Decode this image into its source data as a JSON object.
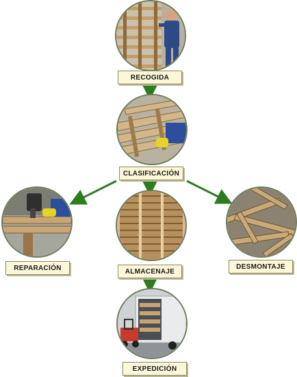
{
  "steps": {
    "recogida": "RECOGIDA",
    "clasificacion": "CLASIFICACIÓN",
    "reparacion": "REPARACIÓN",
    "almacenaje": "ALMACENAJE",
    "desmontaje": "DESMONTAJE",
    "expedicion": "EXPEDICIÓN"
  },
  "colors": {
    "arrow": "#2d7d1e",
    "label_bg": "#fbf7d8",
    "wood": "#c8a878"
  }
}
